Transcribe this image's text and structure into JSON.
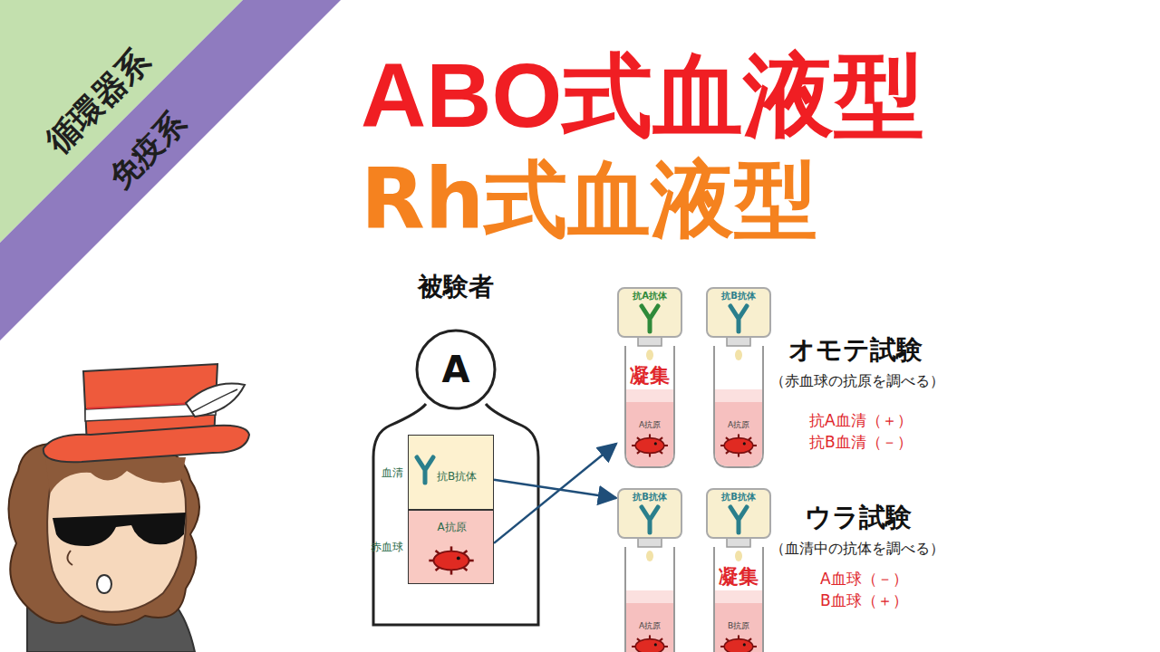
{
  "diagram": {
    "title": "ABO式血液型",
    "nodes": [
      {
        "text": [
          "循環器系"
        ]
      },
      {
        "text": [
          "免疫系"
        ]
      },
      {
        "text": [
          "被験者",
          "A"
        ]
      },
      {
        "text": [
          "血清",
          "抗B抗体"
        ],
        "in": 2
      },
      {
        "text": [
          "赤血球",
          "A抗原"
        ],
        "in": 2
      },
      {
        "text": [
          "抗A抗体",
          "凝集",
          "A抗原"
        ]
      },
      {
        "text": [
          "抗B抗体",
          "A抗原"
        ]
      },
      {
        "text": [
          "抗B抗体",
          "A抗原"
        ]
      },
      {
        "text": [
          "抗B抗体",
          "凝集",
          "B抗原"
        ]
      }
    ],
    "edges": [
      {
        "from": 4,
        "to": 5,
        "arrow": "to"
      },
      {
        "from": 3,
        "to": 7,
        "arrow": "to"
      }
    ],
    "labels": [
      "Rh式血液型",
      "オモテ試験",
      "（赤血球の抗原を調べる）",
      "抗A血清（＋）",
      "抗B血清（－）",
      "ウラ試験",
      "（血清中の抗体を調べる）",
      "A血球（－）",
      "B血球（＋）"
    ]
  }
}
